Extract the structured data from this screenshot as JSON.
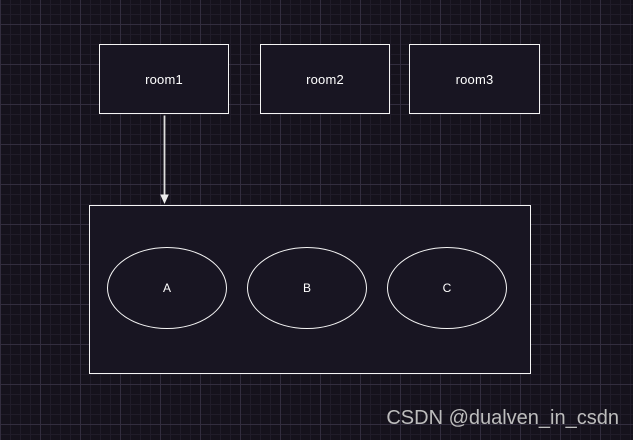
{
  "colors": {
    "canvas-bg": "#15121c",
    "grid-minor": "#201c29",
    "grid-major": "#322d3e",
    "shape-fill": "#181522",
    "shape-stroke": "#f5f5f5",
    "arrow": "#dedede",
    "label": "#ffffff",
    "watermark": "#bdbdbd"
  },
  "diagram": {
    "nodes": [
      {
        "id": "room1",
        "label": "room1"
      },
      {
        "id": "room2",
        "label": "room2"
      },
      {
        "id": "room3",
        "label": "room3"
      }
    ],
    "edge": {
      "from": "room1",
      "to": "group",
      "type": "arrow-down"
    },
    "group": {
      "ellipses": [
        {
          "id": "A",
          "label": "A"
        },
        {
          "id": "B",
          "label": "B"
        },
        {
          "id": "C",
          "label": "C"
        }
      ]
    }
  },
  "watermark": {
    "text": "CSDN @dualven_in_csdn"
  }
}
